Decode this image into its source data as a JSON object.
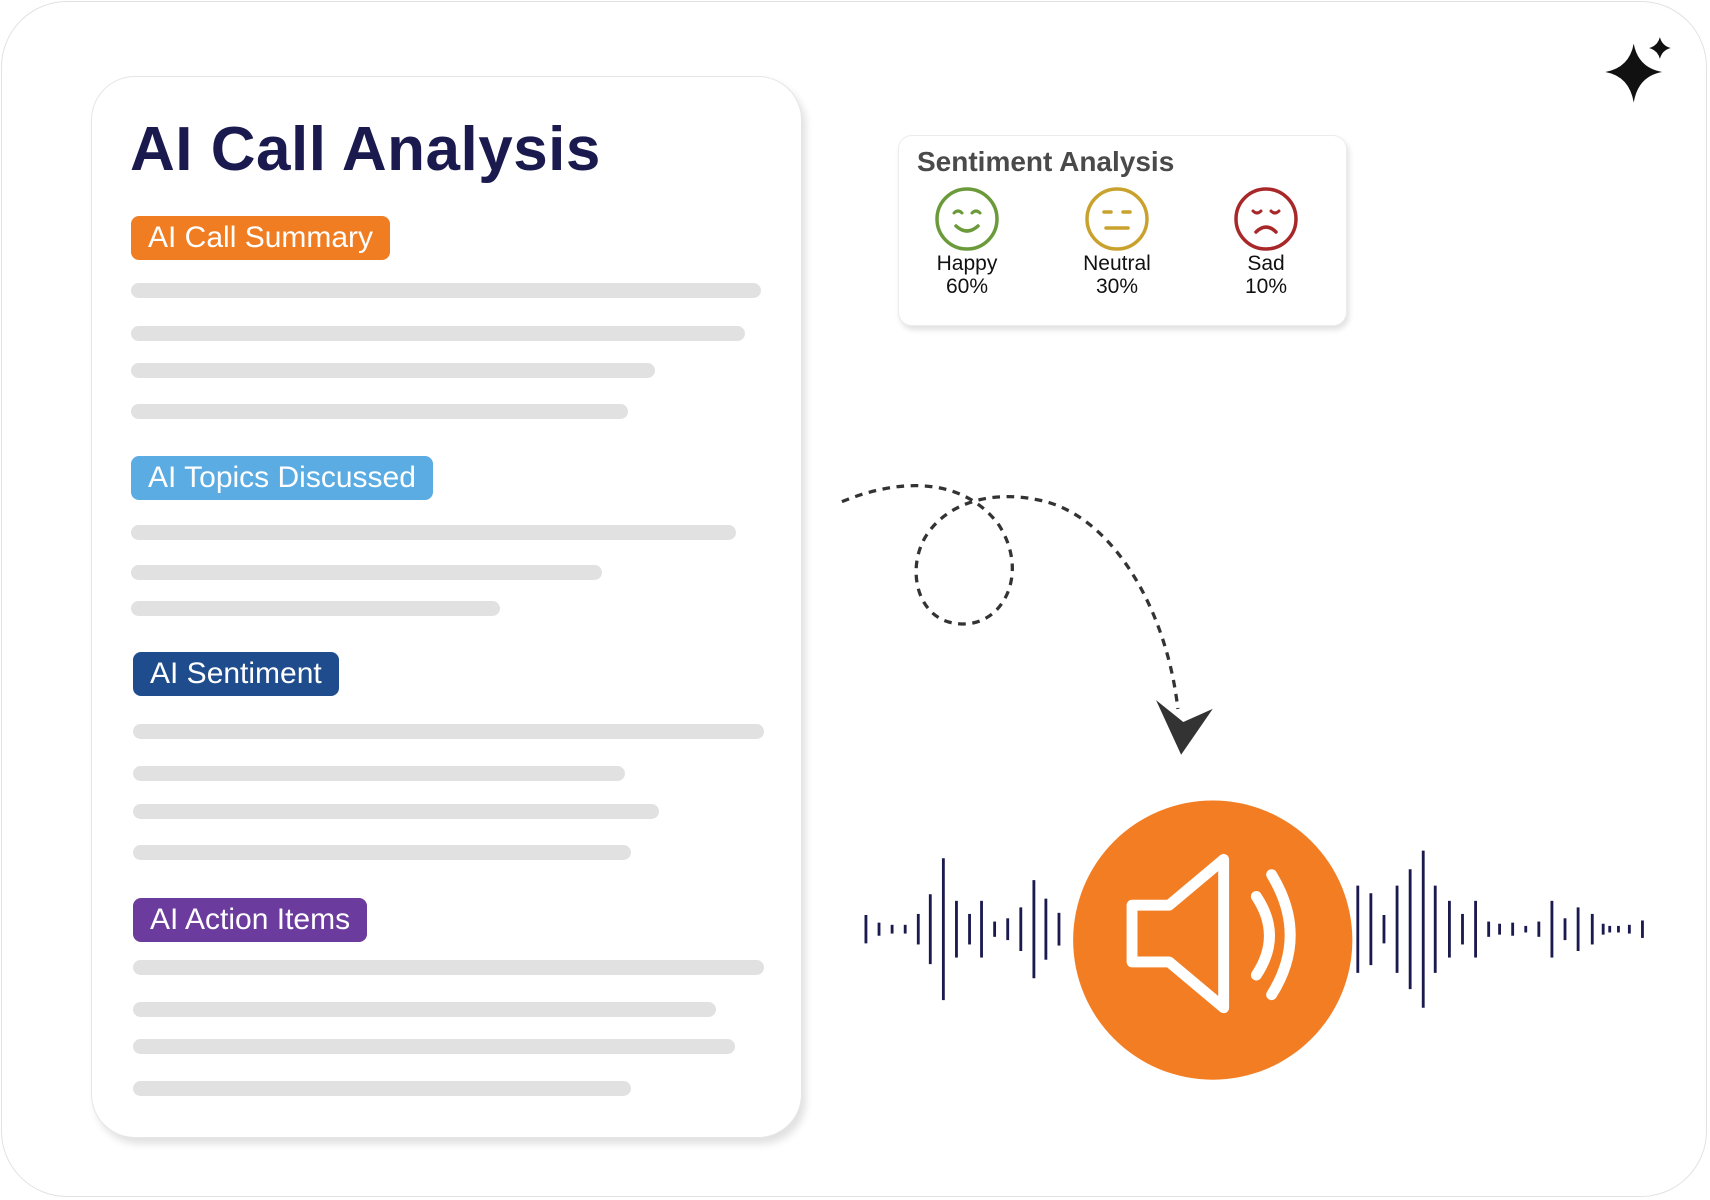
{
  "card": {
    "title": "AI Call Analysis",
    "sections": [
      {
        "label": "AI Call Summary",
        "color": "#f07d22"
      },
      {
        "label": "AI Topics Discussed",
        "color": "#5aace3"
      },
      {
        "label": "AI Sentiment",
        "color": "#1f4c8c"
      },
      {
        "label": "AI Action Items",
        "color": "#6b3b9e"
      }
    ]
  },
  "sentiment": {
    "title": "Sentiment Analysis",
    "items": [
      {
        "label": "Happy",
        "value": "60%",
        "color": "#6b9a3a"
      },
      {
        "label": "Neutral",
        "value": "30%",
        "color": "#c9a22e"
      },
      {
        "label": "Sad",
        "value": "10%",
        "color": "#a8282a"
      }
    ]
  },
  "colors": {
    "accent": "#f27d22",
    "wave": "#1b1a4e"
  },
  "icons": [
    "sparkle-icon",
    "speaker-icon",
    "dashed-arrow-icon"
  ]
}
